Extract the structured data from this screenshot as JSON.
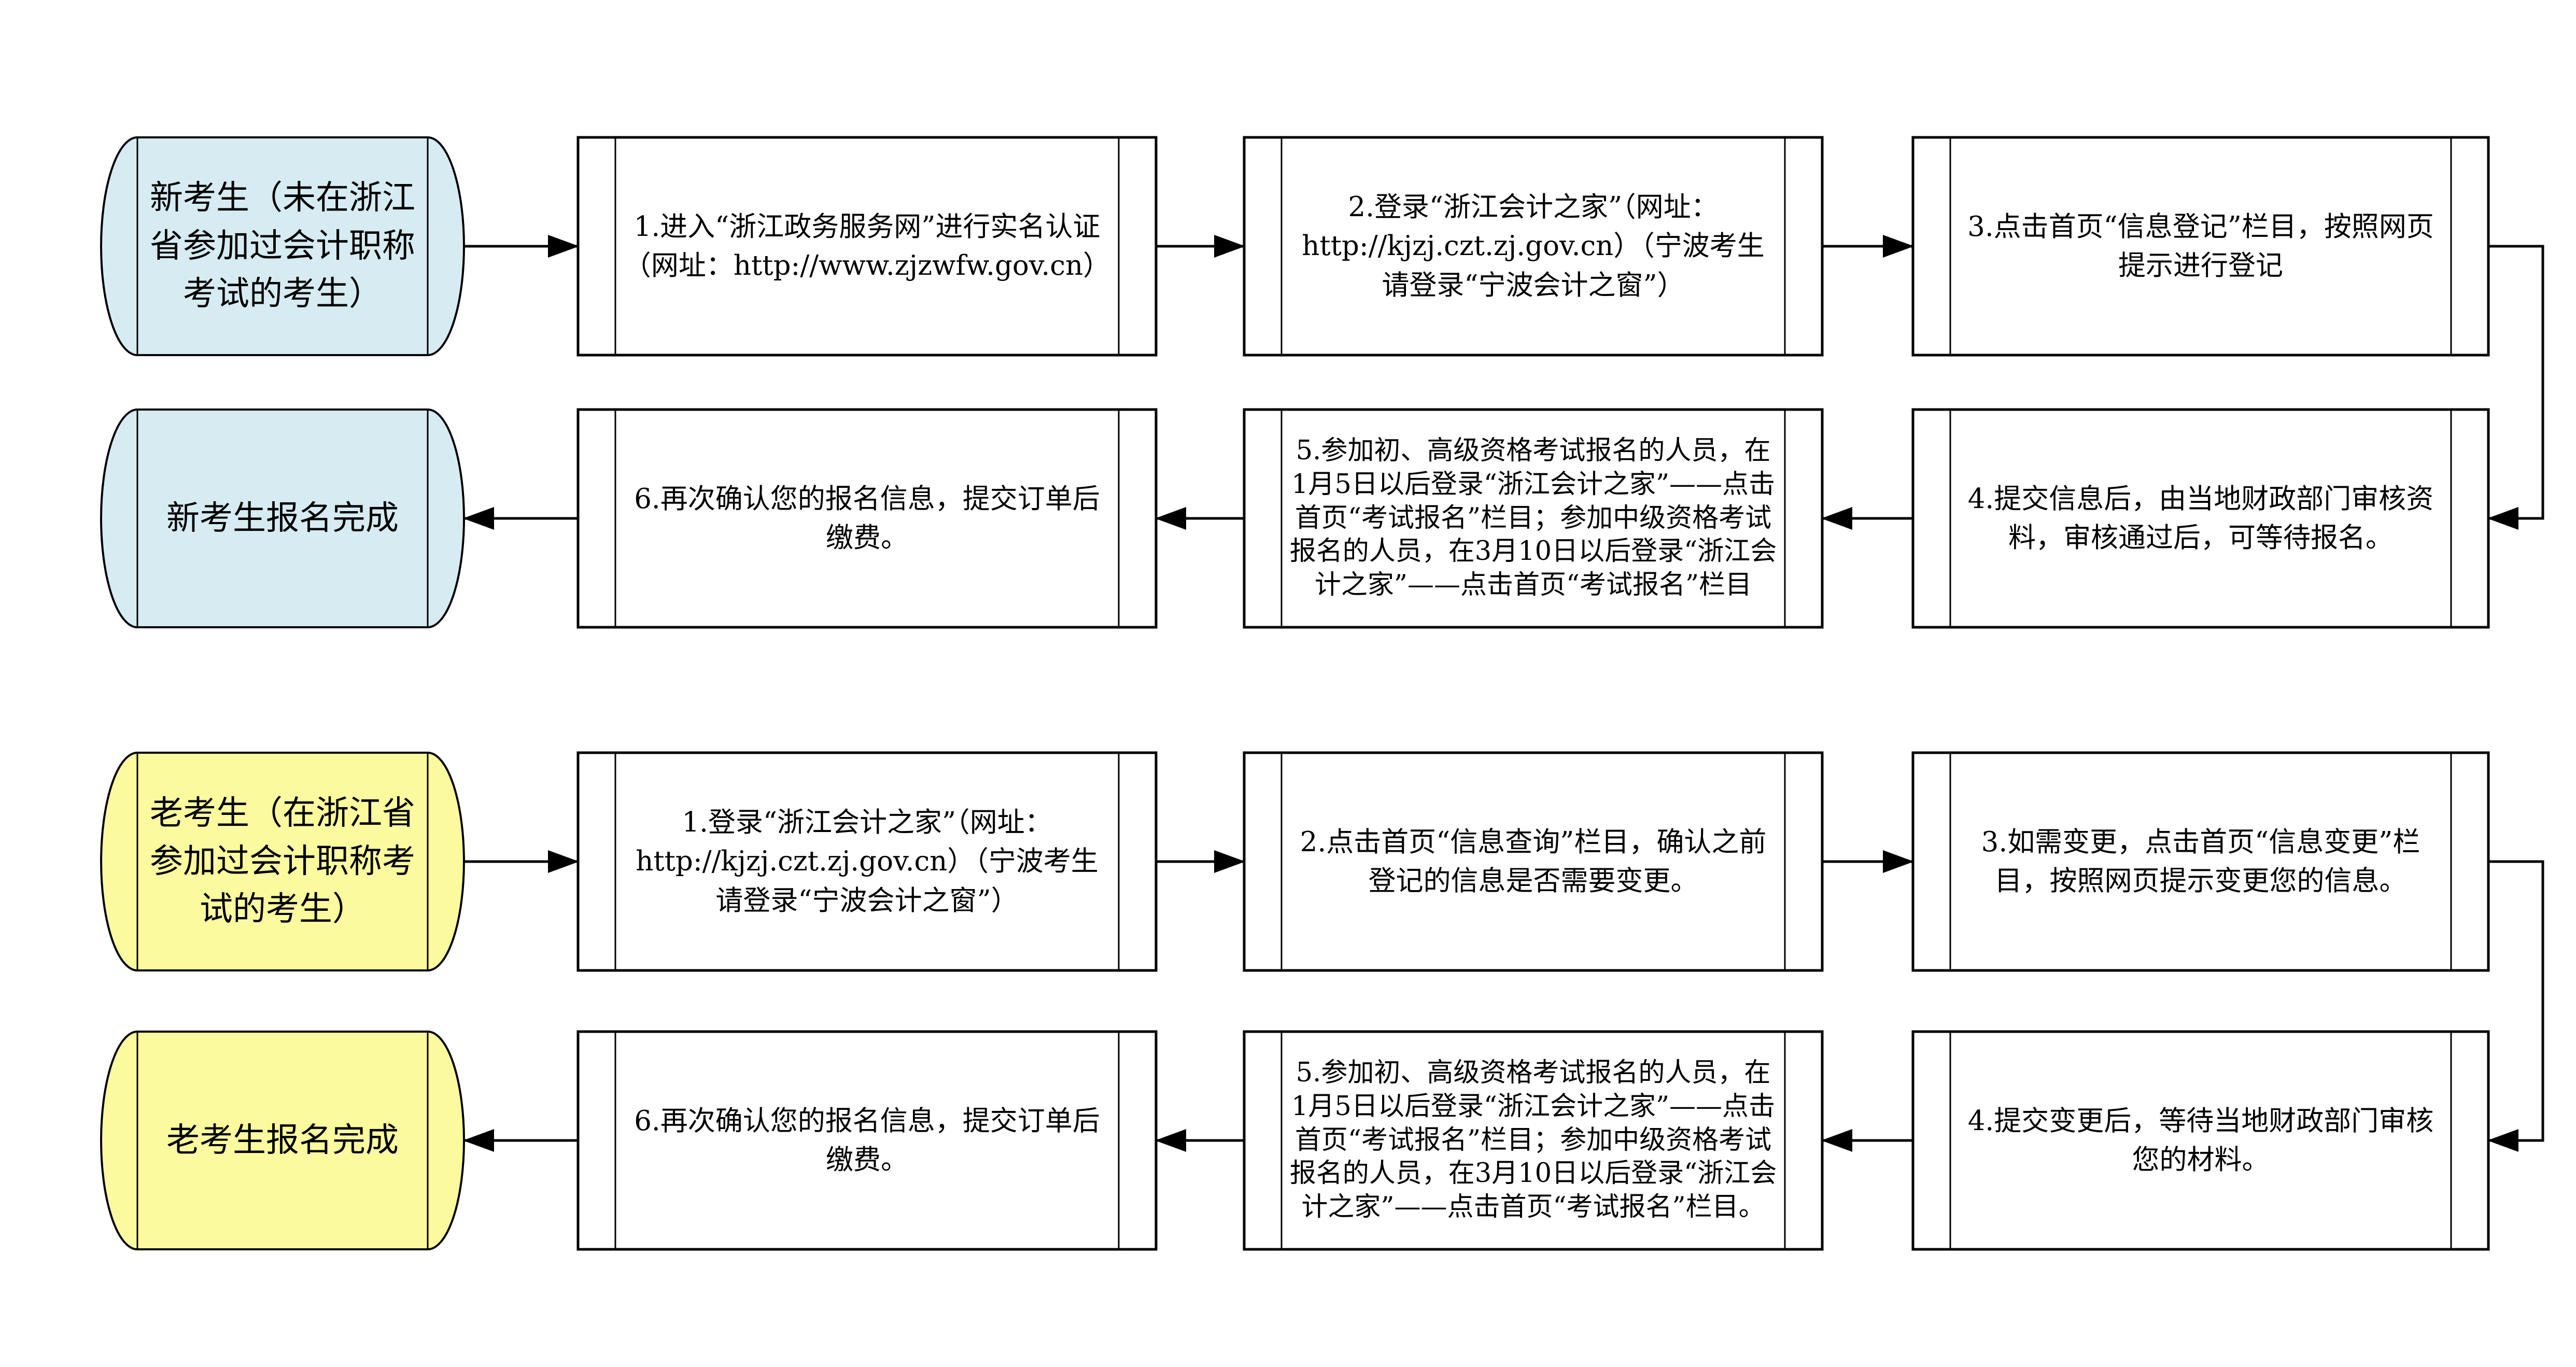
{
  "colors": {
    "new_candidate_fill": "#d6ebf2",
    "old_candidate_fill": "#fbfa9e",
    "process_fill": "#ffffff",
    "line": "#000000"
  },
  "flows": [
    {
      "start": "新考生（未在浙江省参加过会计职称考试的考生）",
      "steps": [
        "1.进入“浙江政务服务网”进行实名认证（网址：http://www.zjzwfw.gov.cn）",
        "2.登录“浙江会计之家”（网址：http://kjzj.czt.zj.gov.cn）（宁波考生请登录“宁波会计之窗”）",
        "3.点击首页“信息登记”栏目，按照网页提示进行登记",
        "4.提交信息后，由当地财政部门审核资料，审核通过后，可等待报名。",
        "5.参加初、高级资格考试报名的人员，在1月5日以后登录“浙江会计之家”——点击首页“考试报名”栏目；参加中级资格考试报名的人员，在3月10日以后登录“浙江会计之家”——点击首页“考试报名”栏目",
        "6.再次确认您的报名信息，提交订单后缴费。"
      ],
      "end": "新考生报名完成"
    },
    {
      "start": "老考生（在浙江省参加过会计职称考试的考生）",
      "steps": [
        "1.登录“浙江会计之家”（网址：http://kjzj.czt.zj.gov.cn）（宁波考生请登录“宁波会计之窗”）",
        "2.点击首页“信息查询”栏目，确认之前登记的信息是否需要变更。",
        "3.如需变更，点击首页“信息变更”栏目，按照网页提示变更您的信息。",
        "4.提交变更后，等待当地财政部门审核您的材料。",
        "5.参加初、高级资格考试报名的人员，在1月5日以后登录“浙江会计之家”——点击首页“考试报名”栏目；参加中级资格考试报名的人员，在3月10日以后登录“浙江会计之家”——点击首页“考试报名”栏目。",
        "6.再次确认您的报名信息，提交订单后缴费。"
      ],
      "end": "老考生报名完成"
    }
  ]
}
